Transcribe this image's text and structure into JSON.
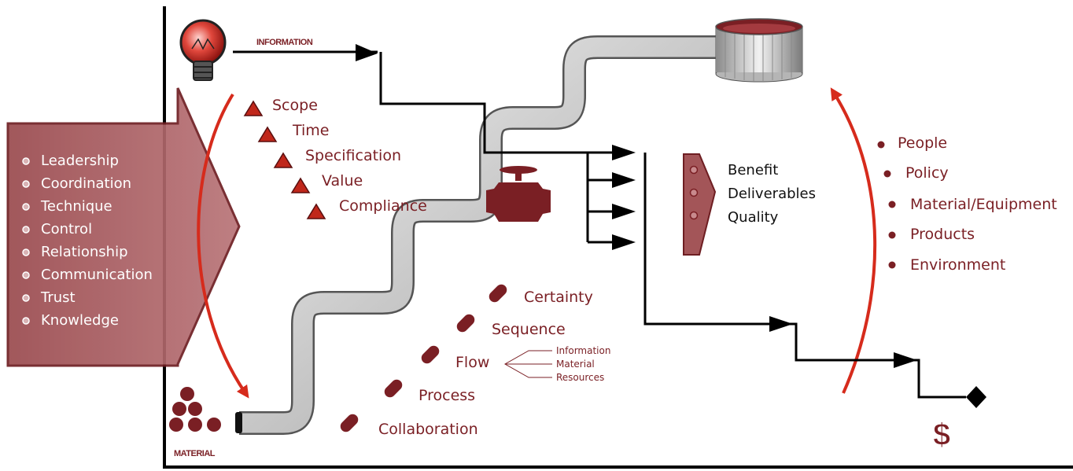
{
  "colors": {
    "accent": "#7a1f24",
    "arrow_red": "#d62b1c",
    "pipe": "#c9c9c9",
    "line": "#000000"
  },
  "icons": {
    "information_source": "lightbulb-icon",
    "material_source": "material-pile-icon",
    "output": "dollar-icon",
    "storage": "storage-tank-icon",
    "control": "valve-icon"
  },
  "labels": {
    "information": "INFORMATION",
    "material": "MATERIAL"
  },
  "management_factors": [
    "Leadership",
    "Coordination",
    "Technique",
    "Control",
    "Relationship",
    "Communication",
    "Trust",
    "Knowledge"
  ],
  "constraints": [
    "Scope",
    "Time",
    "Specification",
    "Value",
    "Compliance"
  ],
  "process_steps": [
    "Certainty",
    "Sequence",
    "Flow",
    "Process",
    "Collaboration"
  ],
  "flow_types": [
    "Information",
    "Material",
    "Resources"
  ],
  "outputs": [
    "Benefit",
    "Deliverables",
    "Quality"
  ],
  "stakeholders": [
    "People",
    "Policy",
    "Material/Equipment",
    "Products",
    "Environment"
  ]
}
